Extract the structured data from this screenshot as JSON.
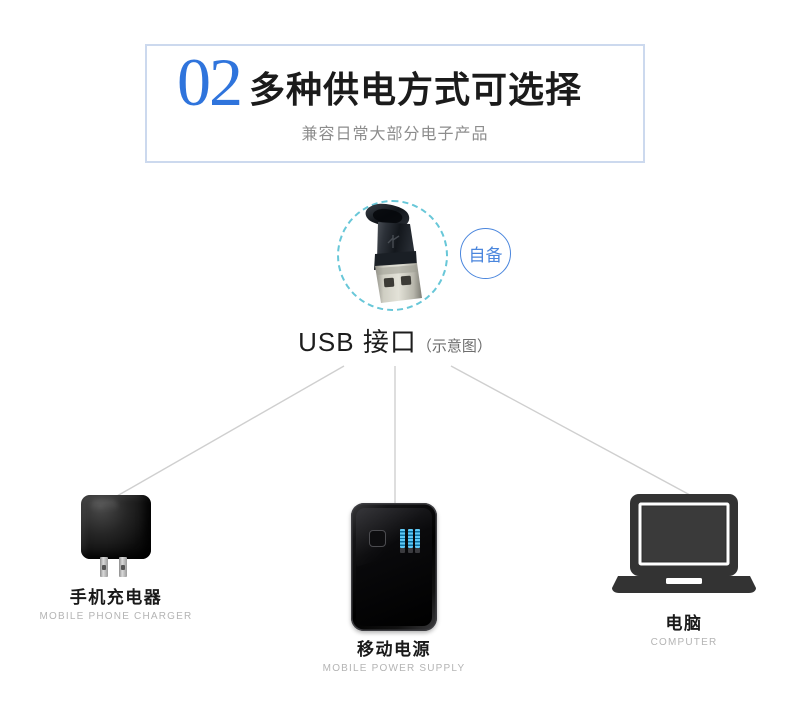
{
  "header": {
    "number": "02",
    "title": "多种供电方式可选择",
    "subtitle": "兼容日常大部分电子产品",
    "number_color": "#2f74dc",
    "border_color": "#ccd9ee"
  },
  "usb_node": {
    "icon": "usb-connector-icon",
    "ring_style": "dashed",
    "ring_color": "#68c7d8",
    "label_main": "USB 接口",
    "label_note": "（示意图）",
    "badge": {
      "text": "自备",
      "color": "#4a86dd"
    }
  },
  "connector_lines": {
    "color": "#cfcfcf",
    "count": 3
  },
  "devices": [
    {
      "id": "mobile-phone-charger",
      "icon": "wall-charger-icon",
      "label_cn": "手机充电器",
      "label_en": "MOBILE PHONE CHARGER"
    },
    {
      "id": "mobile-power-supply",
      "icon": "power-bank-icon",
      "label_cn": "移动电源",
      "label_en": "MOBILE POWER SUPPLY",
      "led_color": "#5fc8f5"
    },
    {
      "id": "computer",
      "icon": "laptop-icon",
      "label_cn": "电脑",
      "label_en": "COMPUTER",
      "body_color": "#333333"
    }
  ]
}
